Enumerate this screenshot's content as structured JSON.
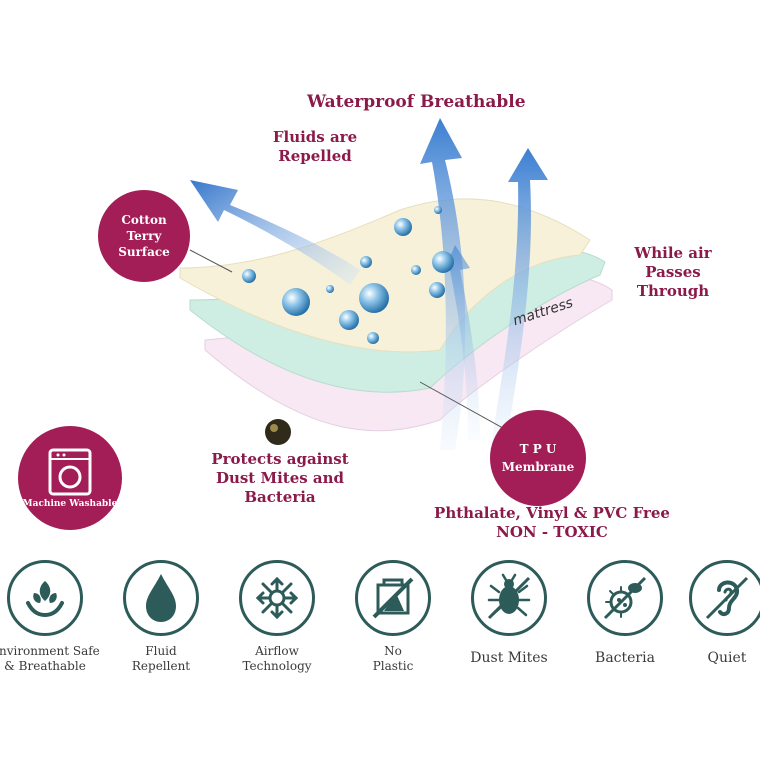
{
  "illustration": {
    "title": "Waterproof Breathable",
    "fluids_label": [
      "Fluids are",
      "Repelled"
    ],
    "air_label": [
      "While air",
      "Passes Through"
    ],
    "mattress_label": "mattress",
    "dust_label": [
      "Protects against",
      "Dust Mites and Bacteria"
    ],
    "toxic_label": [
      "Phthalate, Vinyl & PVC Free",
      "NON - TOXIC"
    ],
    "cotton_badge": [
      "Cotton",
      "Terry",
      "Surface"
    ],
    "tpu_badge": [
      "T P U",
      "Membrane"
    ],
    "washable_badge": "Machine Washable"
  },
  "features": [
    {
      "icon": "hands-leaf-icon",
      "label": [
        "Environment Safe",
        "& Breathable"
      ]
    },
    {
      "icon": "water-drop-icon",
      "label": [
        "Fluid",
        "Repellent"
      ]
    },
    {
      "icon": "airflow-arrows-icon",
      "label": [
        "Airflow",
        "Technology"
      ]
    },
    {
      "icon": "no-plastic-icon",
      "label": [
        "No",
        "Plastic"
      ]
    },
    {
      "icon": "dust-mite-icon",
      "label": [
        "Dust Mites"
      ]
    },
    {
      "icon": "bacteria-icon",
      "label": [
        "Bacteria"
      ]
    },
    {
      "icon": "quiet-ear-icon",
      "label": [
        "Quiet"
      ]
    }
  ],
  "colors": {
    "accent": "#8b1a4a",
    "badge": "#a31d57",
    "icon": "#2d5b59"
  }
}
